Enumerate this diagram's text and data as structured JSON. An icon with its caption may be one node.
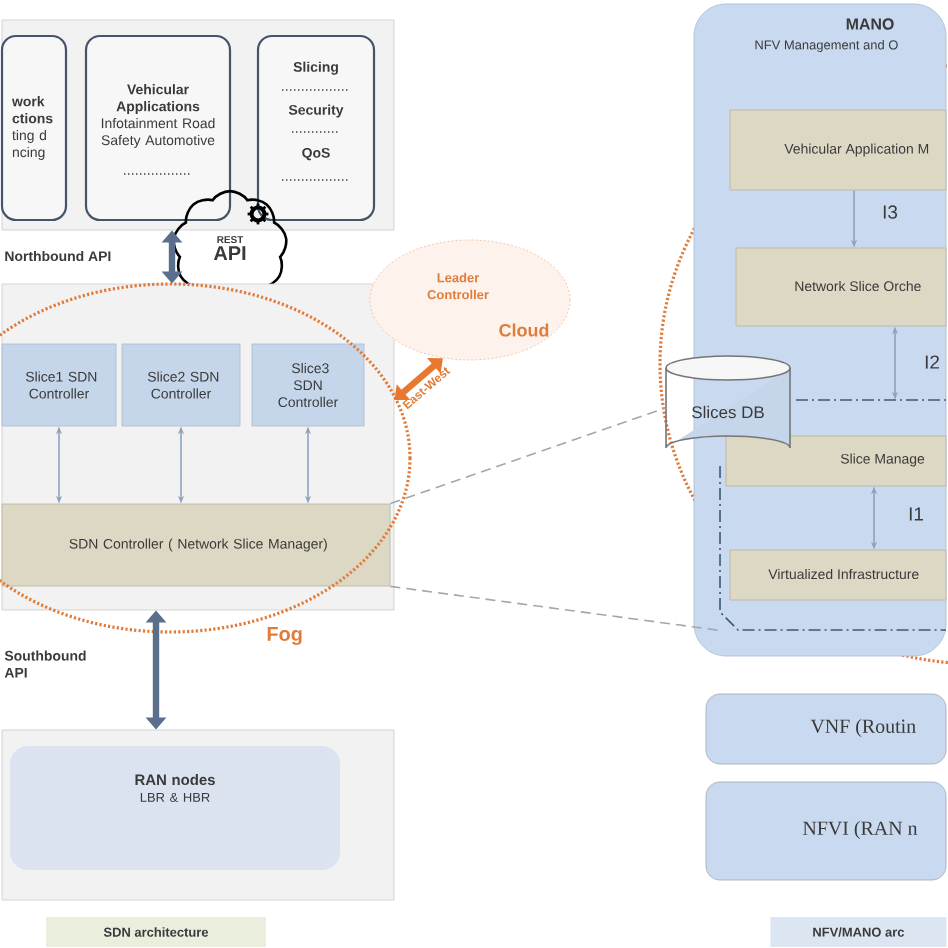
{
  "diagram": {
    "nodes": [
      {
        "text": [],
        "shape": "box"
      },
      {
        "text": [
          "work ctions",
          "ting d ncing"
        ],
        "in": 0
      },
      {
        "text": [
          "Vehicular Applications",
          "Infotainment Road Safety Automotive"
        ],
        "in": 0
      },
      {
        "text": [
          "Slicing",
          "Security",
          "QoS"
        ],
        "in": 0
      },
      {
        "text": [
          "REST",
          "API"
        ]
      },
      {
        "text": [],
        "shape": "box"
      },
      {
        "text": [
          "Slice1 SDN Controller"
        ],
        "in": 5
      },
      {
        "text": [
          "Slice2 SDN Controller"
        ],
        "in": 5
      },
      {
        "text": [
          "Slice3 SDN Controller"
        ],
        "in": 5
      },
      {
        "text": [
          "SDN Controller ( Network Slice Manager)"
        ],
        "in": 5
      },
      {
        "text": [
          "Leader Controller",
          "Cloud"
        ]
      },
      {
        "text": [],
        "shape": "box"
      },
      {
        "text": [
          "RAN nodes",
          "LBR & HBR"
        ],
        "in": 11
      },
      {
        "text": [
          "MANO",
          "NFV Management and O"
        ]
      },
      {
        "text": [
          "Vehicular Application M"
        ],
        "in": 13
      },
      {
        "text": [
          "Network Slice Orche"
        ],
        "in": 13
      },
      {
        "text": [
          "Slices DB"
        ]
      },
      {
        "text": [],
        "shape": "box",
        "in": 13
      },
      {
        "text": [
          "Slice Manage"
        ],
        "in": 17
      },
      {
        "text": [
          "Virtualized Infrastructure"
        ],
        "in": 17
      },
      {
        "text": [
          "VNF (Routin"
        ]
      },
      {
        "text": [
          "NFVI (RAN n"
        ]
      }
    ],
    "edges": [
      {
        "from": 0,
        "to": 5,
        "arrow": "both",
        "style": "thick",
        "color": "#5a6f8c"
      },
      {
        "from": 6,
        "to": 9,
        "arrow": "both"
      },
      {
        "from": 7,
        "to": 9,
        "arrow": "both"
      },
      {
        "from": 8,
        "to": 9,
        "arrow": "both"
      },
      {
        "from": 5,
        "to": 10,
        "arrow": "both",
        "label": "East-West",
        "style": "thick",
        "color": "#e8782e"
      },
      {
        "from": 5,
        "to": 11,
        "arrow": "both",
        "style": "thick",
        "color": "#5a6f8c"
      },
      {
        "from": 14,
        "to": 15,
        "arrow": "to",
        "label": "I3"
      },
      {
        "from": 15,
        "to": 17,
        "arrow": "both",
        "label": "I2"
      },
      {
        "from": 18,
        "to": 19,
        "arrow": "both",
        "label": "I1"
      },
      {
        "from": 9,
        "to": 16,
        "arrow": "none",
        "style": "dashed",
        "color": "#a6a6a6"
      },
      {
        "from": 9,
        "to": 17,
        "arrow": "none",
        "style": "dashed",
        "color": "#a6a6a6"
      }
    ],
    "labels": [
      "Northbound API",
      "Fog",
      "Southbound API",
      "SDN architecture",
      "NFV/MANO arc"
    ]
  }
}
